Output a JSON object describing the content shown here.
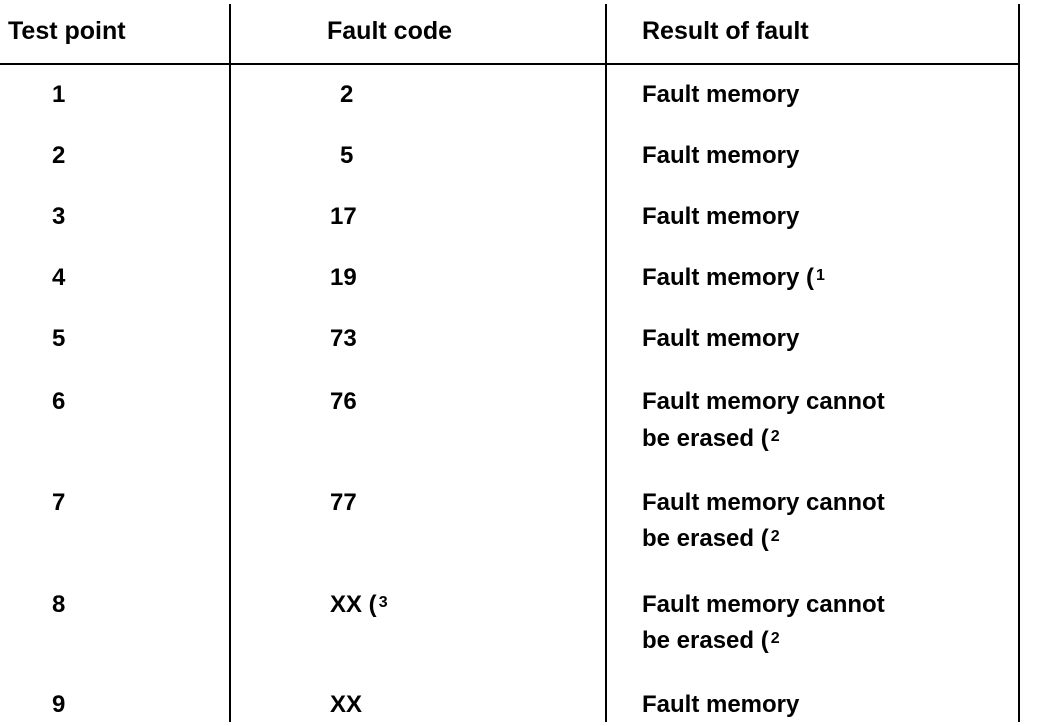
{
  "table": {
    "headers": [
      "Test point",
      "Fault code",
      "Result of fault"
    ],
    "rows": [
      {
        "test_point": "1",
        "fault_code": "2",
        "result": "Fault memory"
      },
      {
        "test_point": "2",
        "fault_code": "5",
        "result": "Fault memory"
      },
      {
        "test_point": "3",
        "fault_code": "17",
        "result": "Fault memory"
      },
      {
        "test_point": "4",
        "fault_code": "19",
        "result": "Fault memory (",
        "result_note": "1"
      },
      {
        "test_point": "5",
        "fault_code": "73",
        "result": "Fault memory"
      },
      {
        "test_point": "6",
        "fault_code": "76",
        "result": "Fault memory cannot",
        "result_line2": "be erased (",
        "result_note": "2"
      },
      {
        "test_point": "7",
        "fault_code": "77",
        "result": "Fault memory cannot",
        "result_line2": "be erased (",
        "result_note": "2"
      },
      {
        "test_point": "8",
        "fault_code": "XX (",
        "fault_code_note": "3",
        "result": "Fault memory cannot",
        "result_line2": "be erased (",
        "result_note": "2"
      },
      {
        "test_point": "9",
        "fault_code": "XX",
        "result": "Fault memory"
      }
    ]
  }
}
